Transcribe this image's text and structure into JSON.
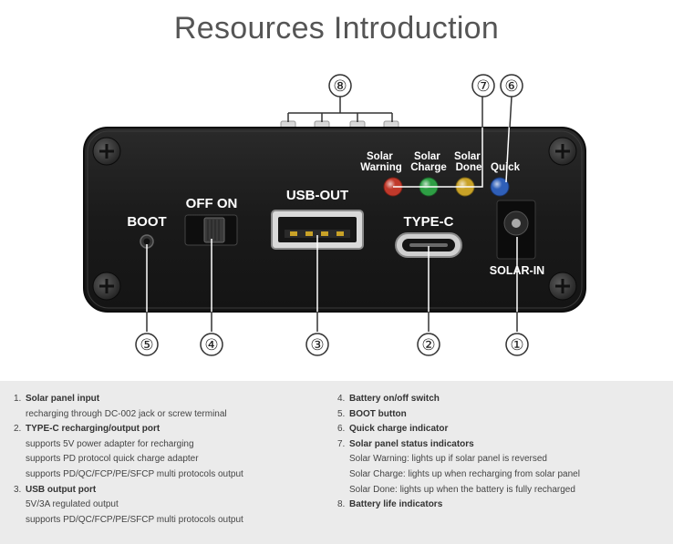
{
  "title": "Resources Introduction",
  "device_labels": {
    "boot": "BOOT",
    "switch": "OFF ON",
    "usb_out": "USB-OUT",
    "type_c": "TYPE-C",
    "solar_in": "SOLAR-IN",
    "led_solar_warning": [
      "Solar",
      "Warning"
    ],
    "led_solar_charge": [
      "Solar",
      "Charge"
    ],
    "led_solar_done": [
      "Solar",
      "Done"
    ],
    "led_quick": "Quick"
  },
  "colors": {
    "led_warning": "#c0392b",
    "led_charge": "#2e9e44",
    "led_done": "#c9a227",
    "led_quick": "#2f5fb8",
    "case": "#1b1b1b",
    "info_bg": "#ebebeb"
  },
  "callouts": [
    "①",
    "②",
    "③",
    "④",
    "⑤",
    "⑥",
    "⑦",
    "⑧"
  ],
  "list_left": [
    {
      "num": "1.",
      "title": "Solar panel input",
      "lines": [
        "recharging through DC-002 jack or screw terminal"
      ]
    },
    {
      "num": "2.",
      "title": "TYPE-C recharging/output port",
      "lines": [
        "supports 5V power adapter for recharging",
        "supports PD protocol quick charge adapter",
        "supports PD/QC/FCP/PE/SFCP multi protocols output"
      ]
    },
    {
      "num": "3.",
      "title": "USB output port",
      "lines": [
        "5V/3A regulated output",
        "supports PD/QC/FCP/PE/SFCP multi protocols output"
      ]
    }
  ],
  "list_right": [
    {
      "num": "4.",
      "title": "Battery on/off switch",
      "lines": []
    },
    {
      "num": "5.",
      "title": "BOOT button",
      "lines": []
    },
    {
      "num": "6.",
      "title": "Quick charge indicator",
      "lines": []
    },
    {
      "num": "7.",
      "title": "Solar panel status indicators",
      "lines": [
        "Solar Warning: lights up if solar panel is reversed",
        "Solar Charge: lights up when recharging from solar panel",
        "Solar Done: lights up when the battery is fully recharged"
      ]
    },
    {
      "num": "8.",
      "title": "Battery life indicators",
      "lines": []
    }
  ]
}
